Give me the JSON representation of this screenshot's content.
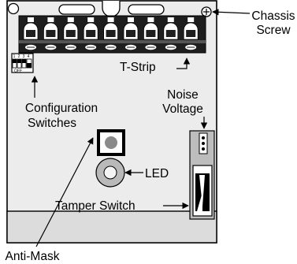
{
  "labels": {
    "chassis_screw_line1": "Chassis",
    "chassis_screw_line2": "Screw",
    "t_strip": "T-Strip",
    "config_line1": "Configuration",
    "config_line2": "Switches",
    "noise_line1": "Noise",
    "noise_line2": "Voltage",
    "led": "LED",
    "tamper_switch": "Tamper Switch",
    "anti_mask": "Anti-Mask",
    "dip_off": "OFF",
    "dip_numbers": [
      "1",
      "2",
      "3",
      "4"
    ]
  },
  "terminal_count": 9,
  "colors": {
    "board": "#ececec",
    "strip": "#1e1e1e",
    "footer": "#dcdcdc",
    "led_ring": "#b9b9b9",
    "led_center": "#f4f4f4",
    "anti_mask_fill": "#8a8a8a"
  }
}
